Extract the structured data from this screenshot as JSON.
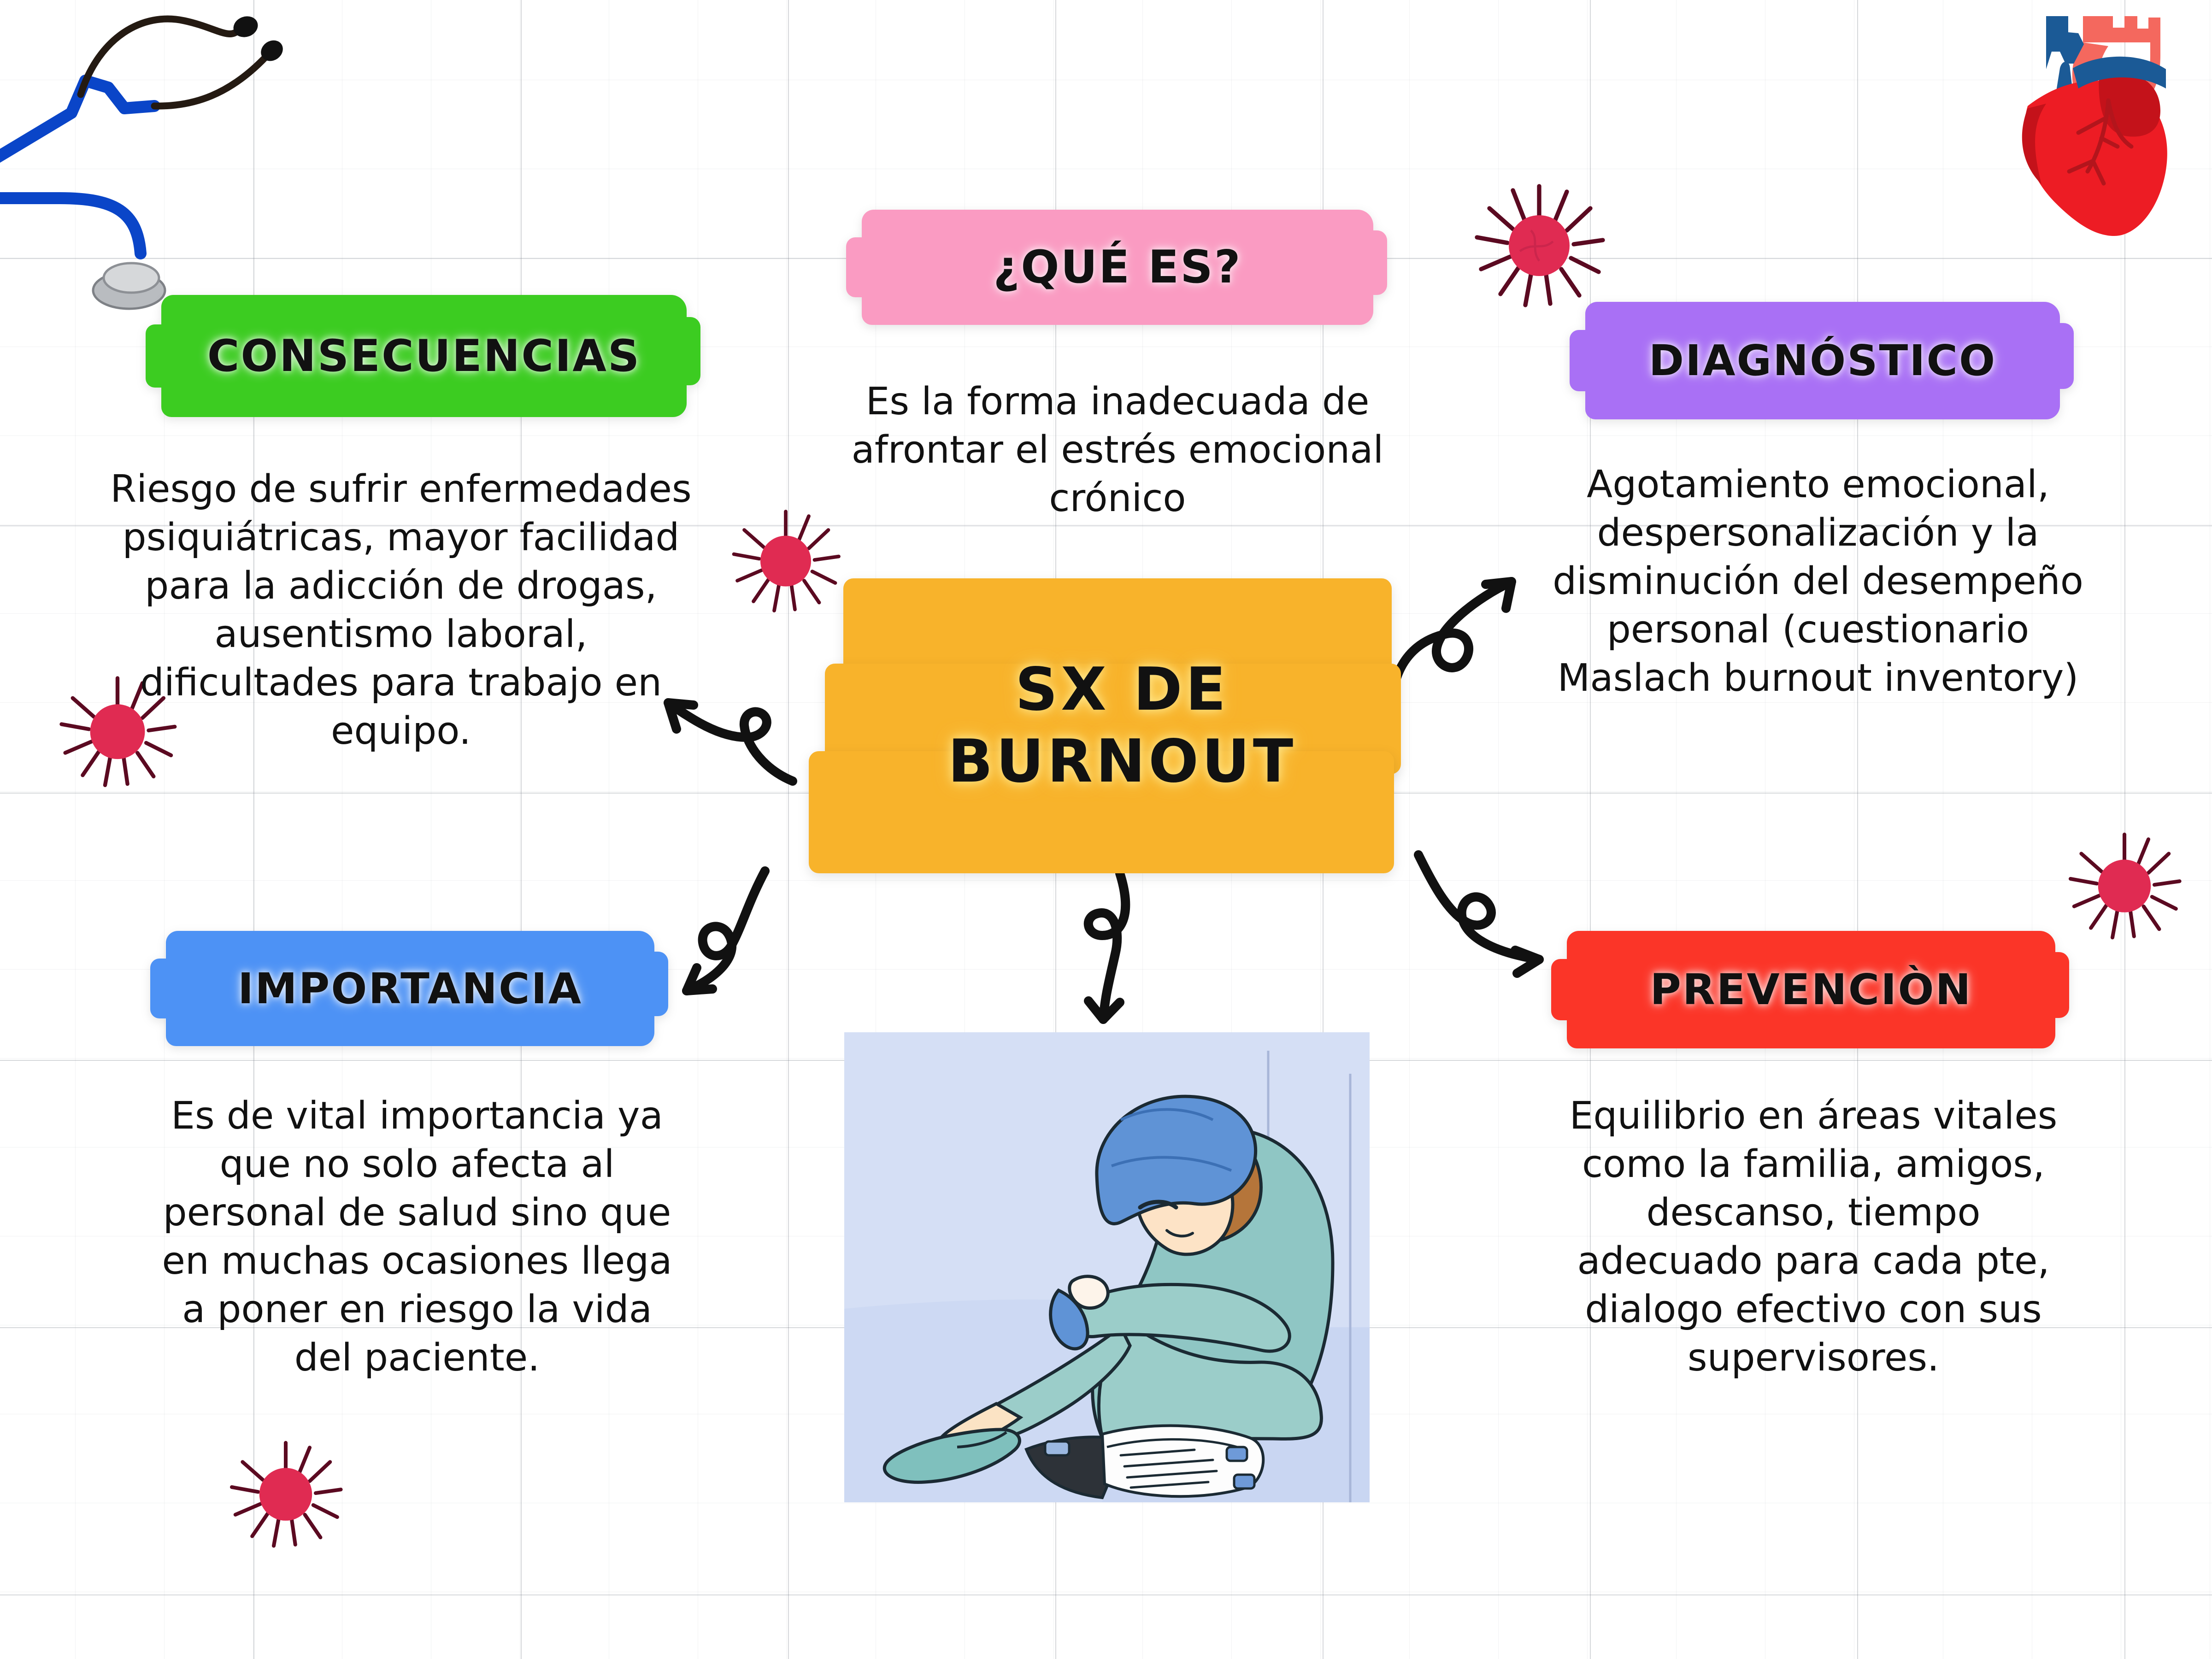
{
  "center": {
    "line1": "SX DE",
    "line2": "BURNOUT",
    "color": "#F8B32B"
  },
  "sections": [
    {
      "id": "que-es",
      "title": "¿QUÉ ES?",
      "color": "#FA9BC2",
      "body": "Es la forma inadecuada de afrontar el estrés emocional crónico"
    },
    {
      "id": "consecuencias",
      "title": "CONSECUENCIAS",
      "color": "#3CCC21",
      "body": "Riesgo de sufrir enfermedades psiquiátricas, mayor facilidad para la adicción de drogas, ausentismo laboral, dificultades para trabajo en equipo."
    },
    {
      "id": "diagnostico",
      "title": "DIAGNÓSTICO",
      "color": "#A970F5",
      "body": "Agotamiento emocional, despersonalización y la disminución del desempeño personal (cuestionario Maslach burnout inventory)"
    },
    {
      "id": "importancia",
      "title": "IMPORTANCIA",
      "color": "#4D92F5",
      "body": "Es de vital importancia ya que no solo afecta al personal de salud sino que en muchas ocasiones llega a poner en riesgo la vida del paciente."
    },
    {
      "id": "prevencion",
      "title": "PREVENCIÒN",
      "color": "#FB3528",
      "body": "Equilibrio en áreas vitales como la familia, amigos, descanso, tiempo adecuado para cada pte, dialogo efectivo con sus supervisores."
    }
  ],
  "decorations": {
    "stethoscope": "stethoscope-icon",
    "heart": "anatomical-heart-icon",
    "viruses": [
      "virus-icon-diagnostico",
      "virus-icon-consecuencias-right",
      "virus-icon-consecuencias-left",
      "virus-icon-prevencion",
      "virus-icon-bottom-left"
    ],
    "photo": "burnout-healthcare-worker-illustration"
  },
  "connectors": [
    "arrow-center-to-consecuencias",
    "arrow-center-to-diagnostico",
    "arrow-center-to-importancia",
    "arrow-center-to-prevencion",
    "arrow-center-to-photo"
  ]
}
